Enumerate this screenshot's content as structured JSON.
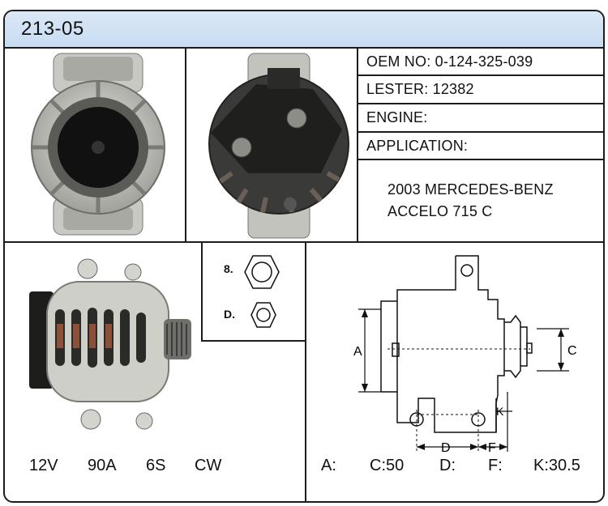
{
  "header": {
    "part_number": "213-05"
  },
  "info": {
    "oem_label": "OEM NO:",
    "oem_value": "0-124-325-039",
    "lester_label": "LESTER:",
    "lester_value": "12382",
    "engine_label": "ENGINE:",
    "engine_value": "",
    "application_label": "APPLICATION:",
    "application_line1": "2003 MERCEDES-BENZ",
    "application_line2": "ACCELO 715 C"
  },
  "photos": {
    "front_view": "alternator-front-photo",
    "rear_view": "alternator-rear-photo",
    "side_view": "alternator-side-photo"
  },
  "terminals": {
    "b_label": "8.",
    "d_label": "D."
  },
  "specs": {
    "voltage": "12V",
    "amperage": "90A",
    "pulley": "6S",
    "rotation": "CW"
  },
  "diagram": {
    "label_a": "A",
    "label_c": "C",
    "label_d": "D",
    "label_f": "F",
    "label_k": "K"
  },
  "dimensions": {
    "a_label": "A:",
    "a_value": "",
    "c_label": "C:50",
    "d_label": "D:",
    "d_value": "",
    "f_label": "F:",
    "f_value": "",
    "k_label": "K:30.5"
  }
}
